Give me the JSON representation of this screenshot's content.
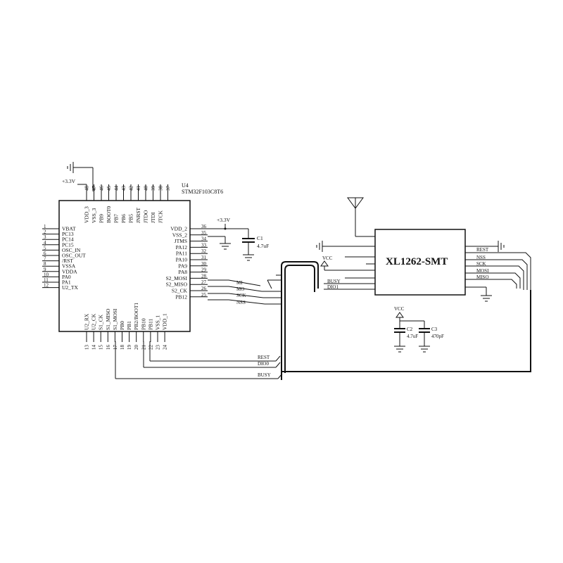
{
  "mcu": {
    "ref": "U4",
    "part": "STM32F103C8T6",
    "left_pins": [
      {
        "num": "1",
        "name": "VBAT"
      },
      {
        "num": "2",
        "name": "PC13"
      },
      {
        "num": "3",
        "name": "PC14"
      },
      {
        "num": "4",
        "name": "PC15"
      },
      {
        "num": "5",
        "name": "OSC_IN"
      },
      {
        "num": "6",
        "name": "OSC_OUT"
      },
      {
        "num": "7",
        "name": "/RST"
      },
      {
        "num": "8",
        "name": "VSSA"
      },
      {
        "num": "9",
        "name": "VDDA"
      },
      {
        "num": "10",
        "name": "PA0"
      },
      {
        "num": "11",
        "name": "PA1"
      },
      {
        "num": "12",
        "name": "U2_TX"
      }
    ],
    "right_pins": [
      {
        "num": "36",
        "name": "VDD_2"
      },
      {
        "num": "35",
        "name": "VSS_2"
      },
      {
        "num": "34",
        "name": "JTMS"
      },
      {
        "num": "33",
        "name": "PA12"
      },
      {
        "num": "32",
        "name": "PA11"
      },
      {
        "num": "31",
        "name": "PA10"
      },
      {
        "num": "30",
        "name": "PA9"
      },
      {
        "num": "29",
        "name": "PA8"
      },
      {
        "num": "28",
        "name": "S2_MOSI"
      },
      {
        "num": "27",
        "name": "S2_MISO"
      },
      {
        "num": "26",
        "name": "S2_CK"
      },
      {
        "num": "25",
        "name": "PB12"
      }
    ],
    "top_pins": [
      {
        "num": "48",
        "name": "VDD_3"
      },
      {
        "num": "47",
        "name": "VSS_3"
      },
      {
        "num": "46",
        "name": "PB9"
      },
      {
        "num": "45",
        "name": "BOOT0"
      },
      {
        "num": "44",
        "name": "PB7"
      },
      {
        "num": "43",
        "name": "PB6"
      },
      {
        "num": "42",
        "name": "PB5"
      },
      {
        "num": "41",
        "name": "JNRST"
      },
      {
        "num": "40",
        "name": "JTDO"
      },
      {
        "num": "39",
        "name": "JTDI"
      },
      {
        "num": "38",
        "name": "JTCK"
      },
      {
        "num": "37",
        "name": ""
      }
    ],
    "bottom_pins": [
      {
        "num": "13",
        "name": "U2_RX"
      },
      {
        "num": "14",
        "name": "U2_CK"
      },
      {
        "num": "15",
        "name": "S1_CK"
      },
      {
        "num": "16",
        "name": "S1_MISO"
      },
      {
        "num": "17",
        "name": "S1_MOSI"
      },
      {
        "num": "18",
        "name": "PB0"
      },
      {
        "num": "19",
        "name": "PB1"
      },
      {
        "num": "20",
        "name": "PB2/BOOT1"
      },
      {
        "num": "21",
        "name": "PB10"
      },
      {
        "num": "22",
        "name": "PB11"
      },
      {
        "num": "23",
        "name": "VSS_1"
      },
      {
        "num": "24",
        "name": "VDD_1"
      }
    ]
  },
  "power": {
    "v33_top": "+3.3V",
    "v33_right": "+3.3V",
    "vcc_left": "VCC",
    "vcc_caps": "VCC"
  },
  "caps": {
    "c1_ref": "C1",
    "c1_val": "4.7uF",
    "c2_ref": "C2",
    "c2_val": "4.7uF",
    "c3_ref": "C3",
    "c3_val": "470pF"
  },
  "spi_labels": [
    "MI",
    "MO",
    "SCK",
    "NSS"
  ],
  "bus_labels": {
    "rest": "REST",
    "dio0": "DIO0",
    "busy": "BUSY"
  },
  "lora": {
    "name": "XL1262-SMT",
    "right_signals": [
      "REST",
      "NSS",
      "SCK",
      "MOSI",
      "MISO"
    ],
    "left_signals": [
      "BUSY",
      "DIO1"
    ]
  }
}
